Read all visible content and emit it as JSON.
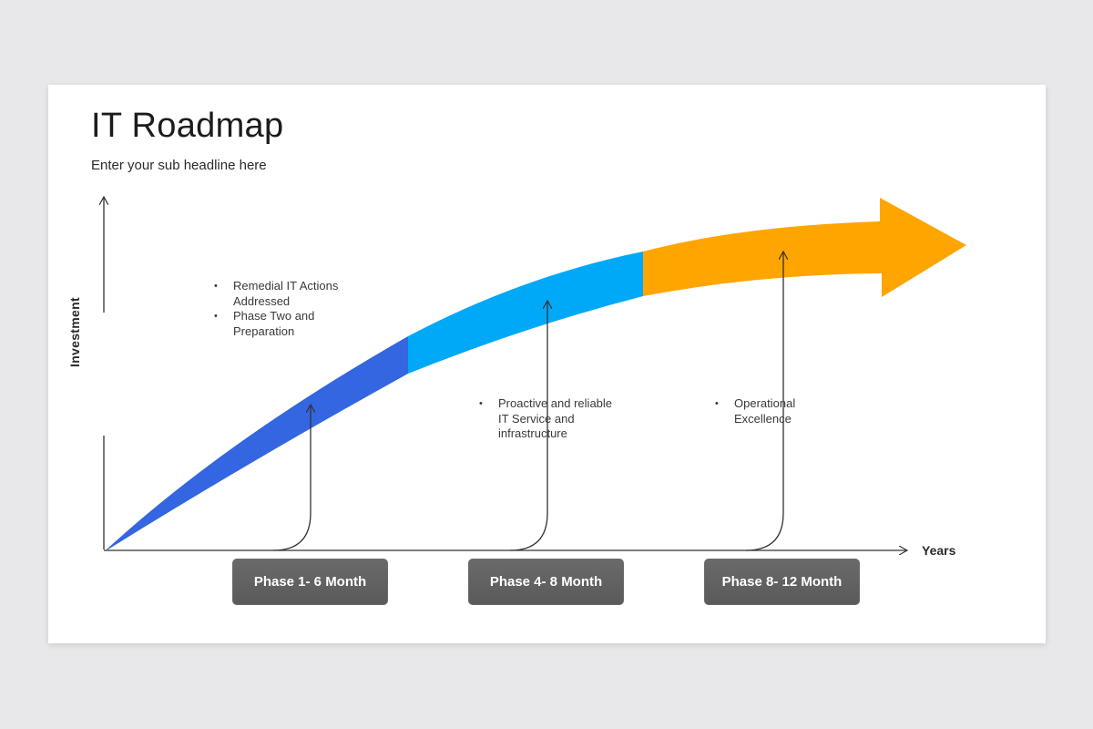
{
  "title": "IT Roadmap",
  "subtitle": "Enter your sub headline here",
  "axes": {
    "y": "Investment",
    "x": "Years"
  },
  "colors": {
    "segment1": "#3366e0",
    "segment2": "#00a8f8",
    "segment3": "#ffa500"
  },
  "notes": [
    {
      "items": [
        "Remedial IT Actions Addressed",
        "Phase Two and Preparation"
      ]
    },
    {
      "items": [
        "Proactive and reliable IT Service and infrastructure"
      ]
    },
    {
      "items": [
        "Operational Excellence"
      ]
    }
  ],
  "phases": [
    "Phase 1- 6 Month",
    "Phase 4- 8 Month",
    "Phase 8- 12 Month"
  ]
}
